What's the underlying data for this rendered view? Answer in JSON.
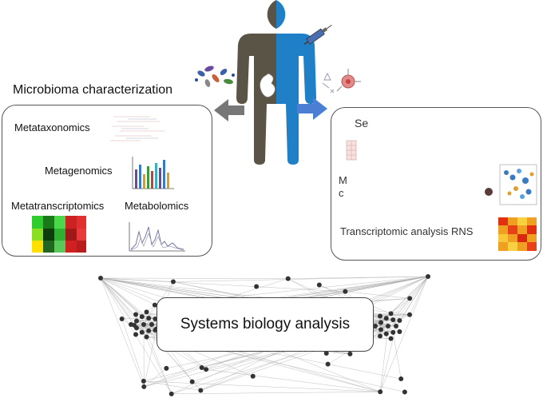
{
  "diagram": {
    "left_header": "Microbioma characterization",
    "left_items": {
      "metataxonomics": "Metataxonomics",
      "metagenomics": "Metagenomics",
      "metatranscriptomics": "Metatranscriptomics",
      "metabolomics": "Metabolomics"
    },
    "right_items": {
      "top": "Se",
      "middle_a": "M",
      "middle_b": "c",
      "transcriptomics": "Transcriptomic analysis RNS"
    },
    "center_label": "Systems biology analysis",
    "colors": {
      "body_left": "#5a5446",
      "body_right": "#1f80c8",
      "arrow_left": "#777777",
      "arrow_right": "#4a7fd4",
      "panel_border": "#555555"
    }
  }
}
